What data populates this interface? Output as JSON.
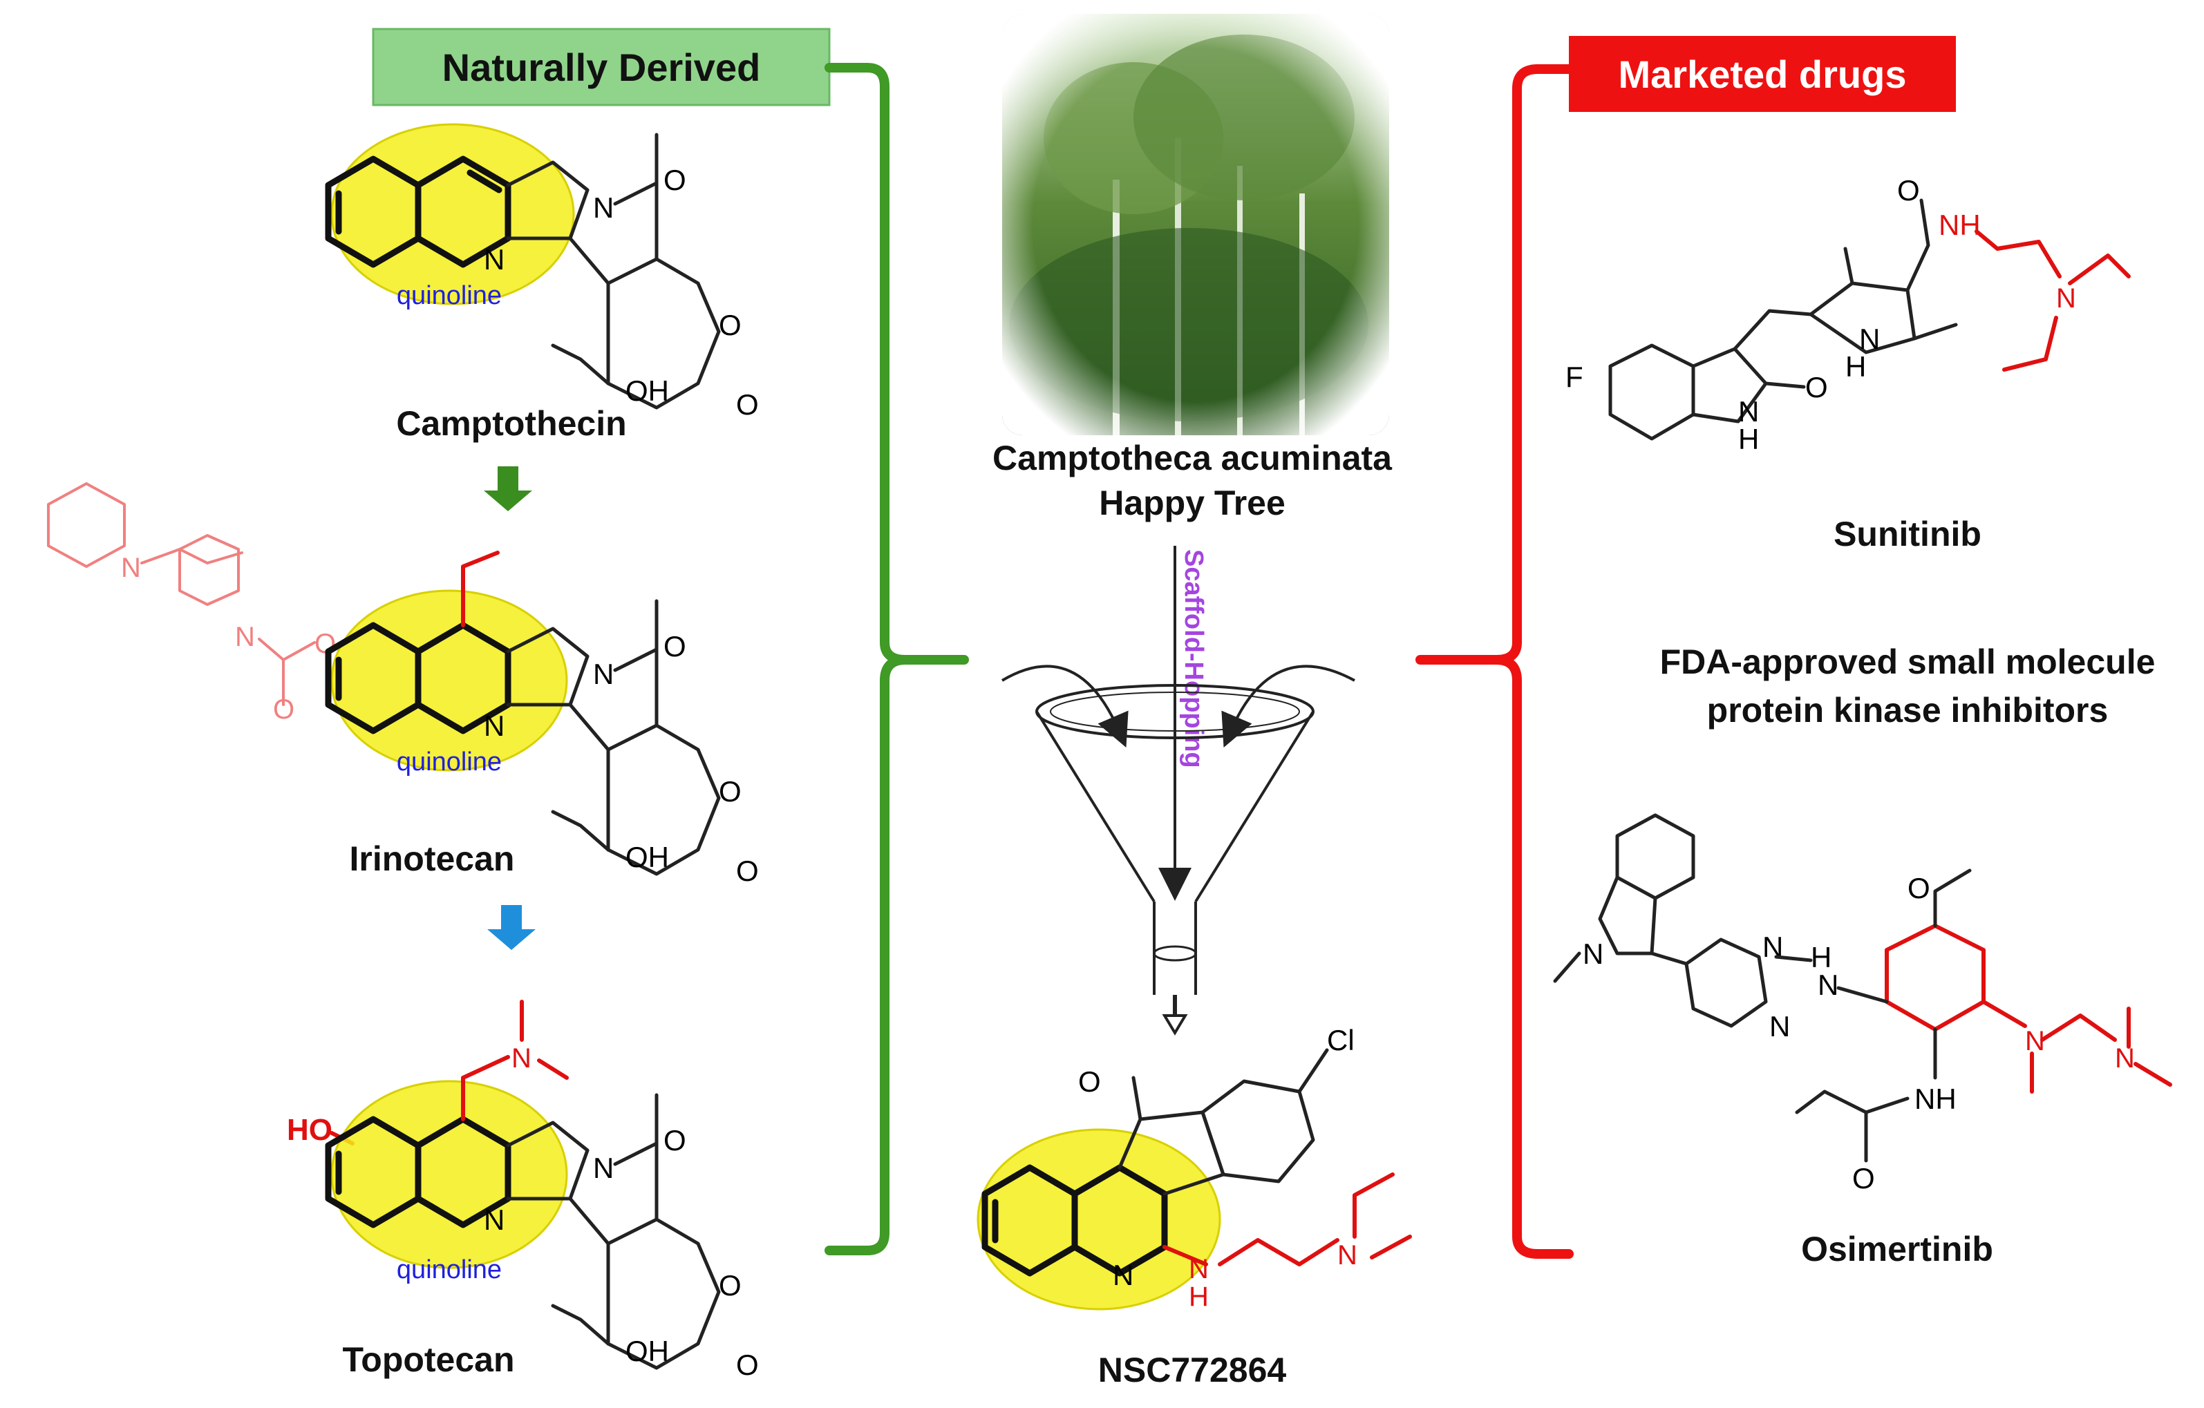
{
  "sections": {
    "natural": {
      "label": "Naturally Derived",
      "color": "#8fd48a"
    },
    "marketed": {
      "label": "Marketed drugs",
      "color": "#ee1111"
    }
  },
  "scaffold": "quinoline",
  "compounds": {
    "camptothecin": {
      "name": "Camptothecin"
    },
    "irinotecan": {
      "name": "Irinotecan"
    },
    "topotecan": {
      "name": "Topotecan"
    },
    "nsc": {
      "name": "NSC772864"
    },
    "sunitinib": {
      "name": "Sunitinib"
    },
    "osimertinib": {
      "name": "Osimertinib"
    }
  },
  "tree": {
    "species": "Camptotheca acuminata",
    "common": "Happy Tree"
  },
  "process": {
    "label": "Scaffold-Hopping"
  },
  "fda": {
    "line1": "FDA-approved small molecule",
    "line2": "protein kinase inhibitors"
  },
  "atoms": {
    "N": "N",
    "O": "O",
    "OH": "OH",
    "HO": "HO",
    "H": "H",
    "NH": "NH",
    "F": "F",
    "Cl": "Cl"
  },
  "colors": {
    "green_bracket": "#3f9a26",
    "red_bracket": "#ee1111",
    "highlight": "#f3ee1a",
    "arrow_green": "#3a8d1f",
    "arrow_blue": "#1f8fdb"
  }
}
